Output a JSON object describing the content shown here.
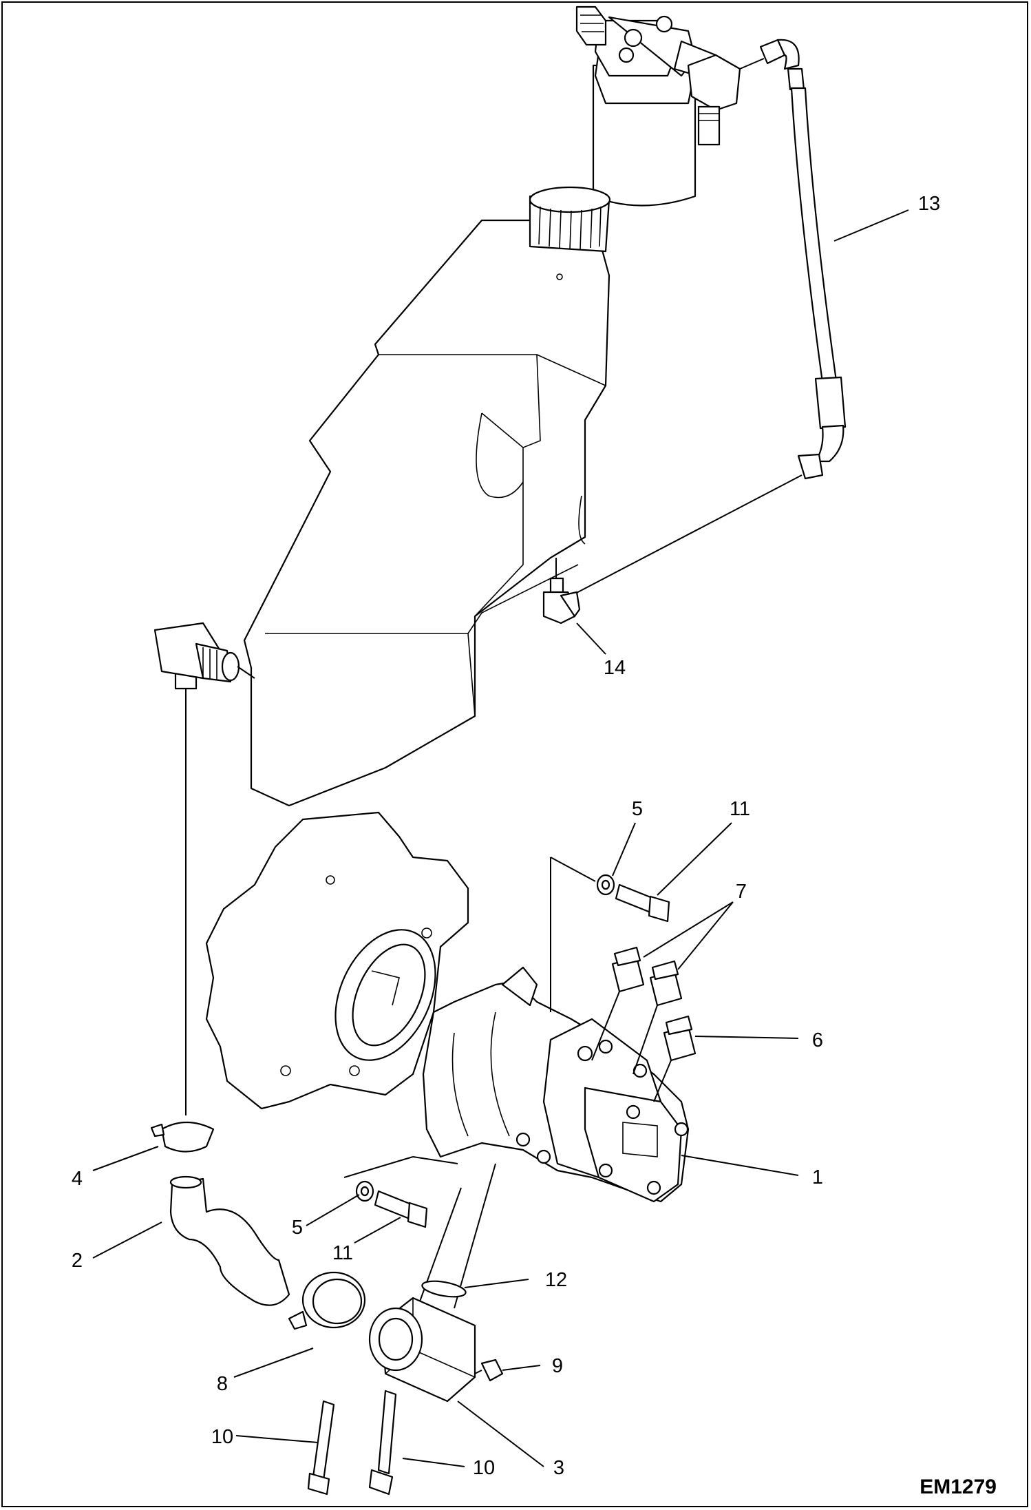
{
  "diagram": {
    "figure_code": "EM1279",
    "callouts": {
      "c1": "1",
      "c2": "2",
      "c3": "3",
      "c4": "4",
      "c5a": "5",
      "c5b": "5",
      "c6": "6",
      "c7": "7",
      "c8": "8",
      "c9": "9",
      "c10a": "10",
      "c10b": "10",
      "c11a": "11",
      "c11b": "11",
      "c12": "12",
      "c13": "13",
      "c14": "14"
    }
  }
}
